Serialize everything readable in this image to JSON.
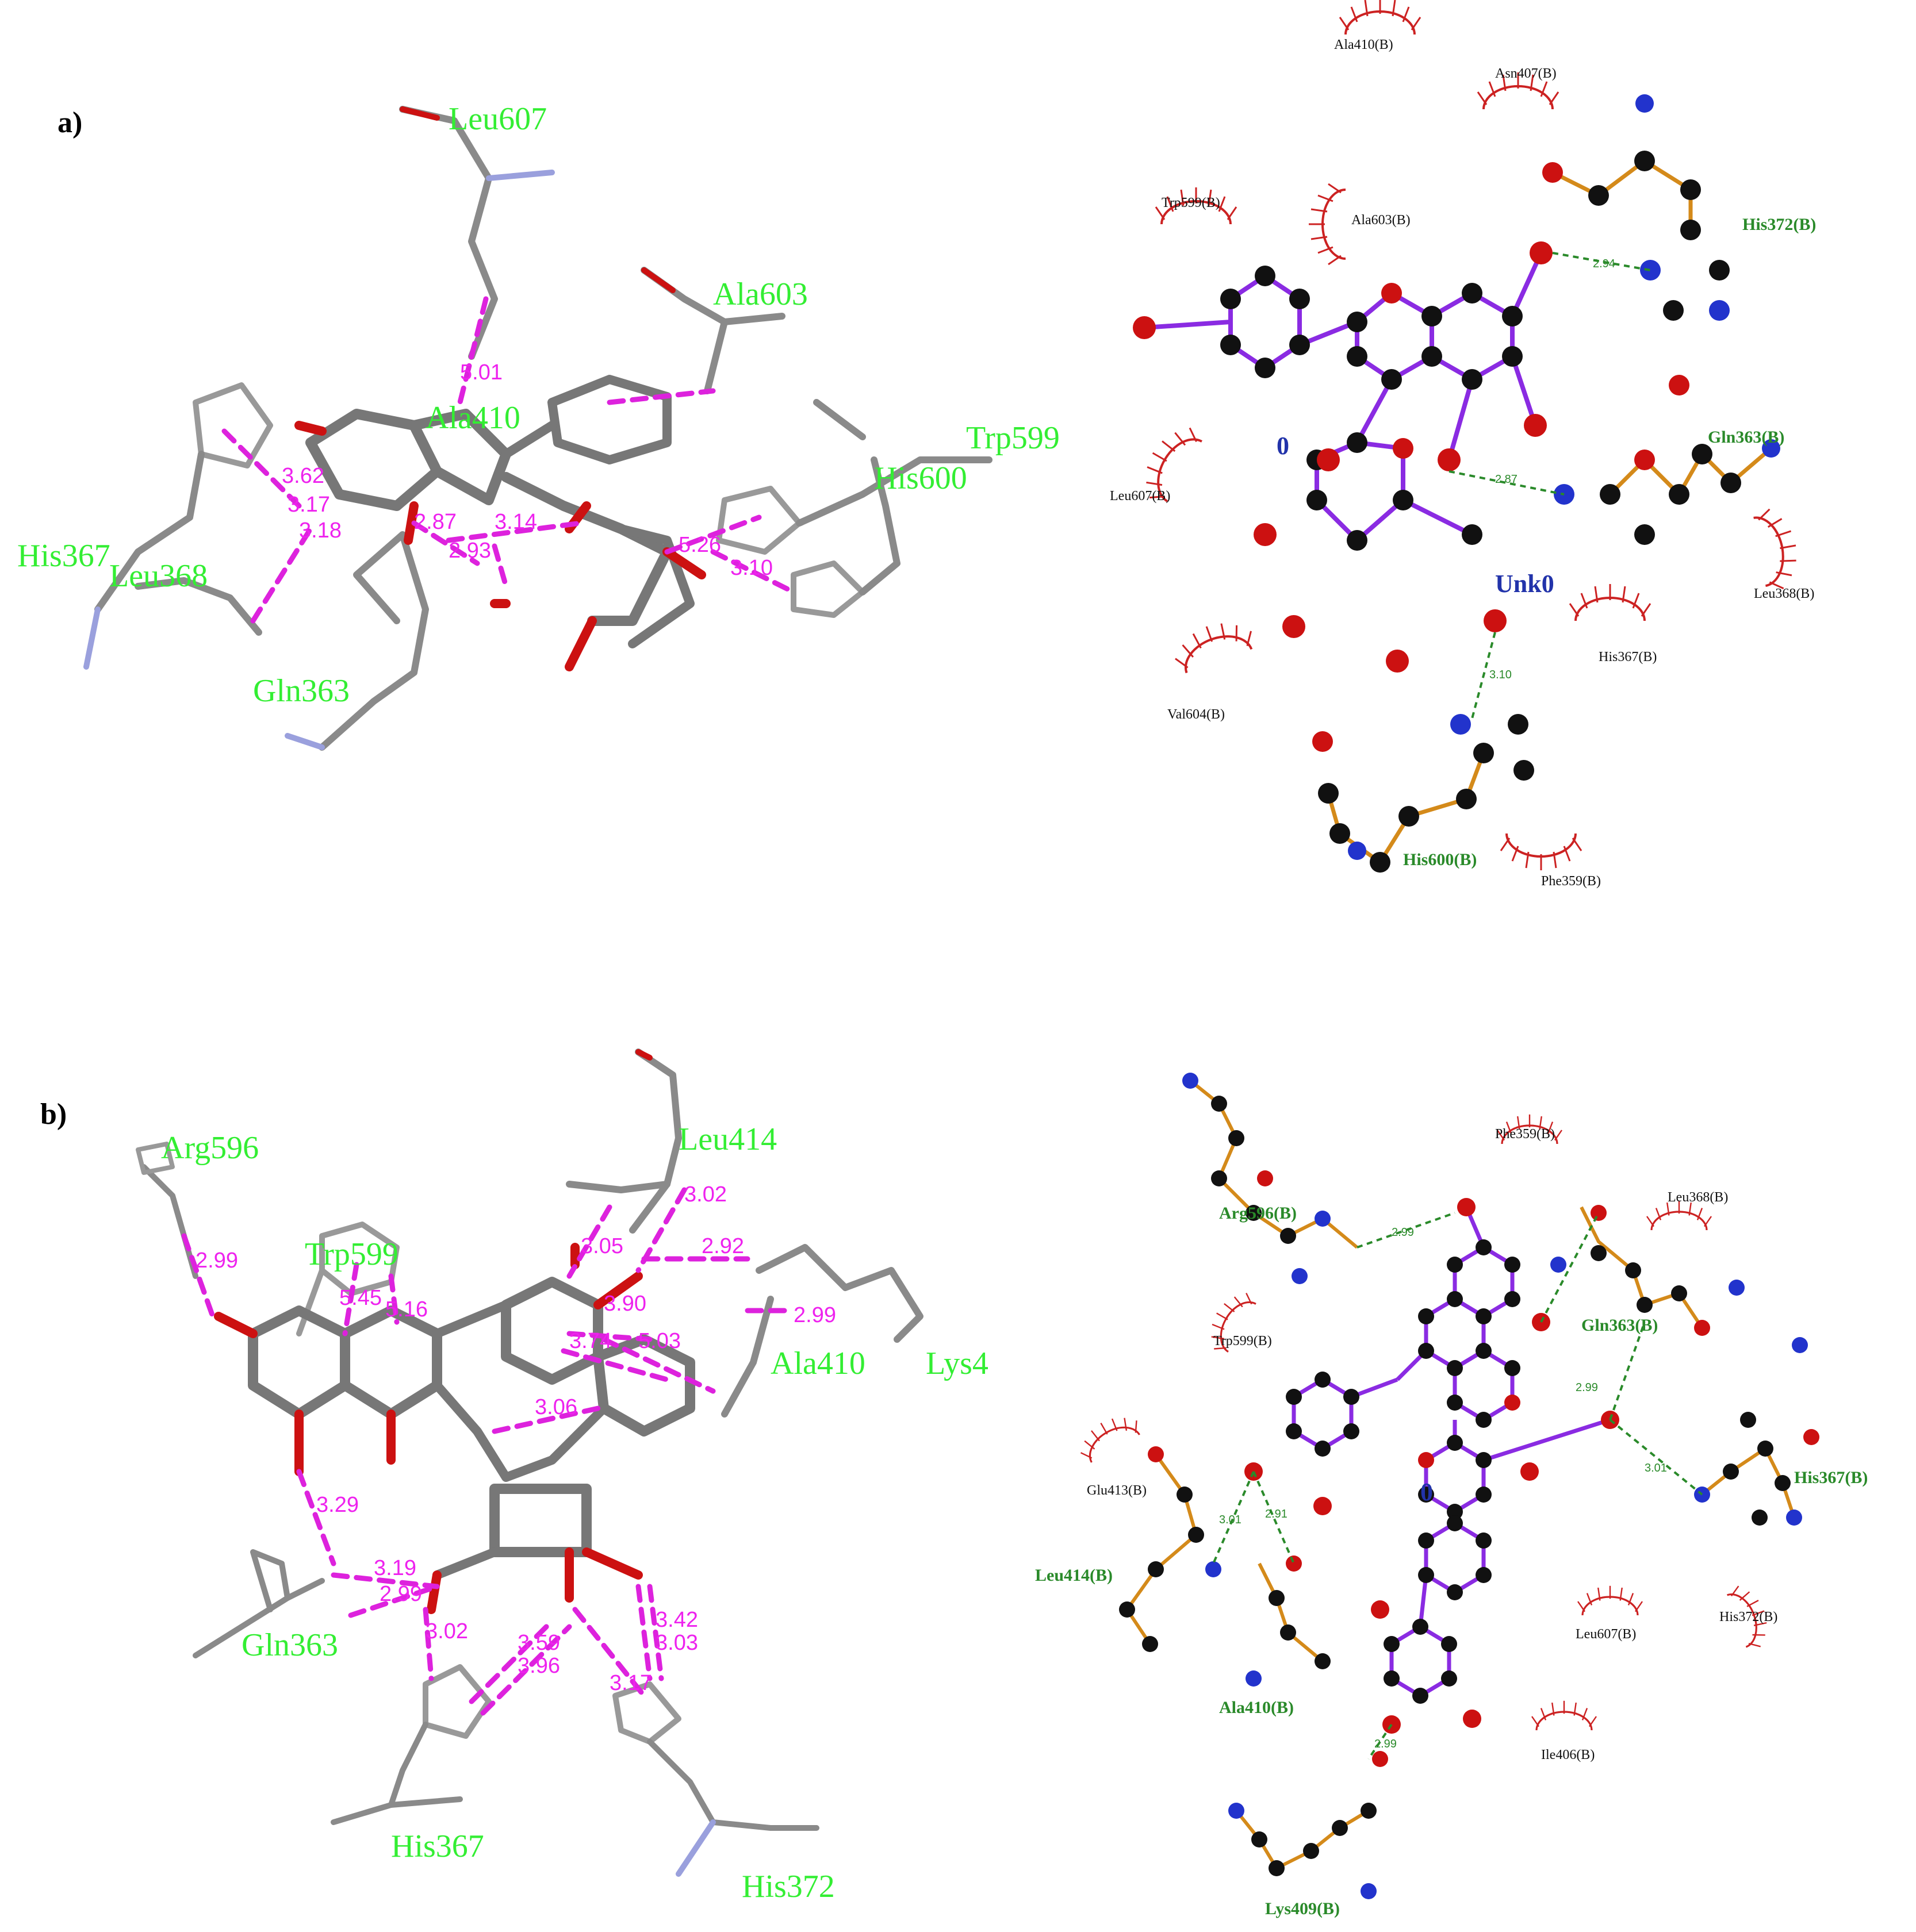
{
  "panels": [
    {
      "label": "a)",
      "residues_3d": [
        "Leu607",
        "Ala603",
        "Trp599",
        "His600",
        "His367",
        "Leu368",
        "Gln363",
        "Ala410"
      ],
      "distances_3d": [
        "5.01",
        "3.62",
        "3.17",
        "3.18",
        "2.87",
        "2.93",
        "3.14",
        "5.26",
        "3.10"
      ],
      "hb_residues_2d": [
        "His372(B)",
        "Gln363(B)",
        "His600(B)"
      ],
      "hp_residues_2d": [
        "Ala410(B)",
        "Asn407(B)",
        "Trp599(B)",
        "Ala603(B)",
        "Leu607(B)",
        "Leu368(B)",
        "His367(B)",
        "Val604(B)",
        "Phe359(B)"
      ],
      "hb_distances_2d": [
        "2.94",
        "2.87",
        "3.10"
      ],
      "ligand_labels": [
        "0",
        "Unk0"
      ]
    },
    {
      "label": "b)",
      "residues_3d": [
        "Arg596",
        "Trp599",
        "Leu414",
        "Ala410",
        "Lys4",
        "Gln363",
        "His367",
        "His372"
      ],
      "distances_3d": [
        "2.99",
        "5.45",
        "5.16",
        "3.05",
        "3.02",
        "2.92",
        "3.90",
        "3.74",
        "5.03",
        "2.99",
        "3.06",
        "3.29",
        "3.19",
        "2.99",
        "3.02",
        "3.59",
        "3.96",
        "3.17",
        "3.42",
        "3.03"
      ],
      "hb_residues_2d": [
        "Arg596(B)",
        "Gln363(B)",
        "His367(B)",
        "Leu414(B)",
        "Ala410(B)",
        "Lys409(B)"
      ],
      "hp_residues_2d": [
        "Phe359(B)",
        "Leu368(B)",
        "Trp599(B)",
        "Glu413(B)",
        "Leu607(B)",
        "His372(B)",
        "Ile406(B)"
      ],
      "hb_distances_2d": [
        "2.99",
        "2.99",
        "3.01",
        "3.01",
        "2.91",
        "2.99"
      ],
      "ligand_labels": [
        "0"
      ]
    }
  ]
}
